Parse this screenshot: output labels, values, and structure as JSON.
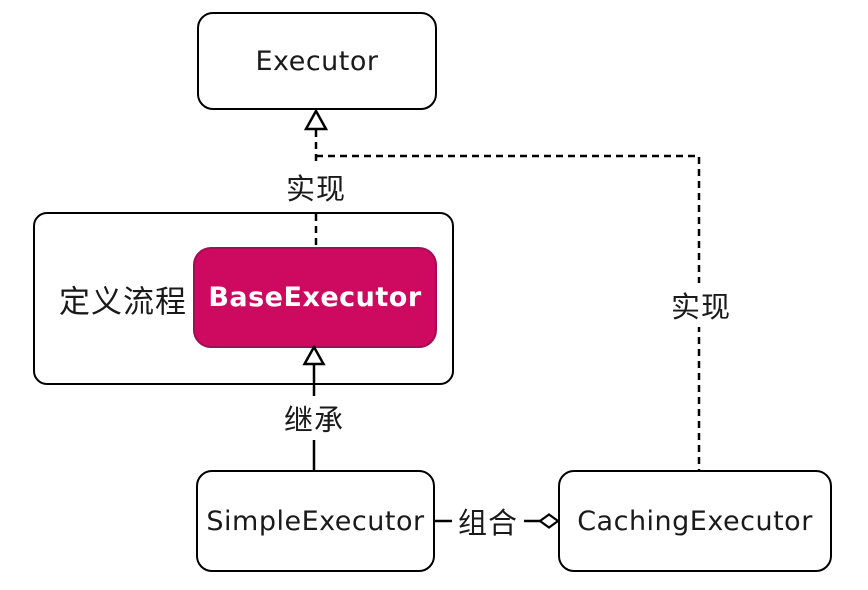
{
  "diagram": {
    "title_hint": "Executor class diagram",
    "colors": {
      "canvas_bg": "#ffffff",
      "node_bg": "#ffffff",
      "line": "#000000",
      "text": "#1a1a1a",
      "accent_fill": "#ce0a60",
      "accent_border": "#a30d53",
      "accent_text": "#ffffff"
    },
    "nodes": {
      "executor": {
        "label": "Executor",
        "kind": "interface"
      },
      "group": {
        "label": "定义流程",
        "kind": "group-annotation"
      },
      "base_executor": {
        "label": "BaseExecutor",
        "kind": "abstract-class",
        "highlighted": true
      },
      "simple_executor": {
        "label": "SimpleExecutor",
        "kind": "class"
      },
      "caching_executor": {
        "label": "CachingExecutor",
        "kind": "class"
      }
    },
    "edges": {
      "realization_base": {
        "label": "实现",
        "from": "BaseExecutor",
        "to": "Executor",
        "style": "dashed",
        "marker": "hollow-triangle"
      },
      "realization_caching": {
        "label": "实现",
        "from": "CachingExecutor",
        "to": "Executor",
        "style": "dashed",
        "marker": "hollow-triangle"
      },
      "inheritance": {
        "label": "继承",
        "from": "SimpleExecutor",
        "to": "BaseExecutor",
        "style": "solid",
        "marker": "hollow-triangle"
      },
      "composition": {
        "label": "组合",
        "from": "SimpleExecutor",
        "to": "CachingExecutor",
        "style": "solid",
        "marker": "hollow-diamond"
      }
    }
  }
}
